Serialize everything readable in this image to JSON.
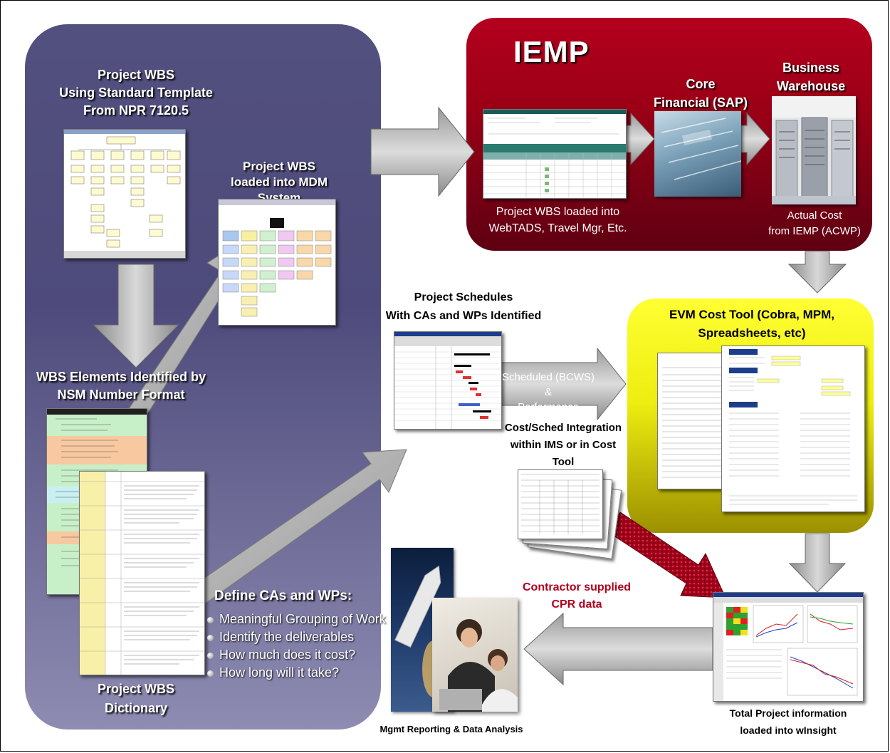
{
  "left_panel": {
    "wbs_template_title": "Project WBS\nUsing Standard Template\nFrom NPR 7120.5",
    "mdm_title": "Project WBS\nloaded into MDM System",
    "elements_title": "WBS Elements Identified by\nNSM Number Format",
    "define_title": "Define CAs and WPs:",
    "define_items": [
      "Meaningful Grouping of Work",
      "Identify the deliverables",
      "How much does it cost?",
      "How long will it take?"
    ],
    "dictionary_title": "Project WBS\nDictionary"
  },
  "iemp_panel": {
    "title": "IEMP",
    "core_title": "Core\nFinancial (SAP)",
    "warehouse_title": "Business\nWarehouse",
    "webtads_caption": "Project WBS loaded into\nWebTADS, Travel Mgr, Etc.",
    "actual_cost_caption": "Actual Cost\nfrom IEMP (ACWP)"
  },
  "schedules": {
    "title": "Project Schedules\nWith CAs and WPs Identified",
    "arrow_label": "Scheduled (BCWS) &\nPerformance (BCWP)",
    "integration_label": "Cost/Sched Integration\nwithin IMS or in Cost Tool"
  },
  "evm_panel": {
    "title": "EVM Cost Tool (Cobra, MPM,\nSpreadsheets, etc)"
  },
  "contractor": {
    "label": "Contractor supplied\nCPR data"
  },
  "bottom": {
    "mgmt_label": "Mgmt Reporting & Data Analysis",
    "winsight_label": "Total Project information\nloaded into wInsight"
  },
  "colors": {
    "left_panel": "#4e4b7c",
    "iemp_panel": "#9a0016",
    "evm_panel": "#eded10",
    "contractor_text": "#b0001c",
    "arrow_gray": "#b8b8b8"
  }
}
